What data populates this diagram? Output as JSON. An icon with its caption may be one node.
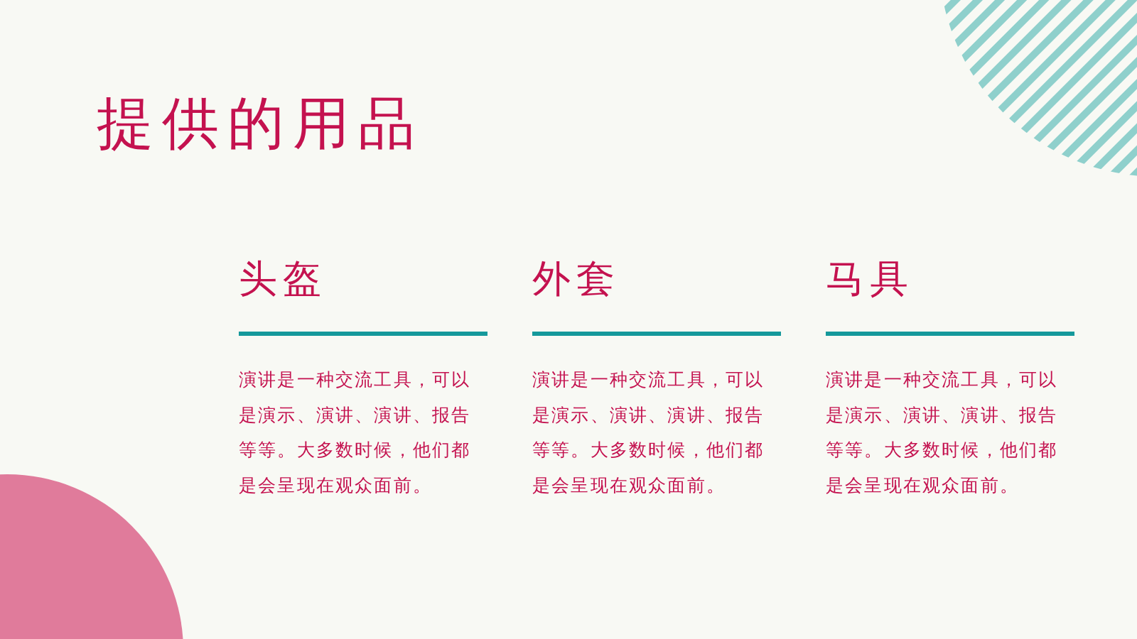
{
  "diagram": {
    "title": "提供的用品",
    "labels": [
      "头盔",
      "外套",
      "马具",
      "演讲是一种交流工具，可以是演示、演讲、演讲、报告等等。大多数时候，他们都是会呈现在观众面前。",
      "演讲是一种交流工具，可以是演示、演讲、演讲、报告等等。大多数时候，他们都是会呈现在观众面前。",
      "演讲是一种交流工具，可以是演示、演讲、演讲、报告等等。大多数时候，他们都是会呈现在观众面前。"
    ]
  }
}
